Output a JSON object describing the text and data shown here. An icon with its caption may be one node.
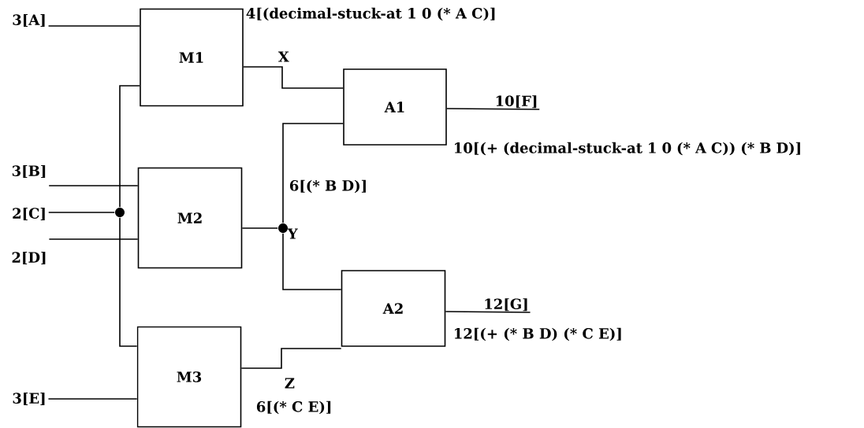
{
  "diagram": {
    "nodes": [
      {
        "text": [
          "3[A]"
        ]
      },
      {
        "text": [
          "M1"
        ]
      },
      {
        "text": [
          "3[B]"
        ]
      },
      {
        "text": [
          "2[C]"
        ]
      },
      {
        "text": [
          "2[D]"
        ]
      },
      {
        "text": [
          "M2"
        ]
      },
      {
        "text": [
          "3[E]"
        ]
      },
      {
        "text": [
          "M3"
        ]
      },
      {
        "text": [
          "A1"
        ]
      },
      {
        "text": [
          "A2"
        ]
      },
      {
        "text": [
          "10[F]"
        ]
      },
      {
        "text": [
          "12[G]"
        ]
      },
      {
        "text": [],
        "shape": "circle"
      },
      {
        "text": [],
        "shape": "circle"
      }
    ],
    "edges": [
      {
        "from": 0,
        "to": 1,
        "arrow": "none"
      },
      {
        "from": 2,
        "to": 5,
        "arrow": "none"
      },
      {
        "from": 3,
        "to": 12,
        "arrow": "none"
      },
      {
        "from": 12,
        "to": 1,
        "arrow": "none"
      },
      {
        "from": 12,
        "to": 7,
        "arrow": "none"
      },
      {
        "from": 4,
        "to": 5,
        "arrow": "none"
      },
      {
        "from": 6,
        "to": 7,
        "arrow": "none"
      },
      {
        "from": 1,
        "to": 8,
        "arrow": "none"
      },
      {
        "from": 5,
        "to": 13,
        "arrow": "none"
      },
      {
        "from": 13,
        "to": 8,
        "arrow": "none"
      },
      {
        "from": 13,
        "to": 9,
        "arrow": "none"
      },
      {
        "from": 7,
        "to": 9,
        "arrow": "none"
      },
      {
        "from": 8,
        "to": 10,
        "arrow": "none"
      },
      {
        "from": 9,
        "to": 11,
        "arrow": "none"
      }
    ],
    "labels": [
      "4[(decimal-stuck-at 1 0 (* A C)]",
      "X",
      "10[(+ (decimal-stuck-at 1 0 (* A C)) (* B D)]",
      "6[(* B D)]",
      "Y",
      "12[(+ (* B D) (* C E)]",
      "Z",
      "6[(* C E)]"
    ]
  }
}
